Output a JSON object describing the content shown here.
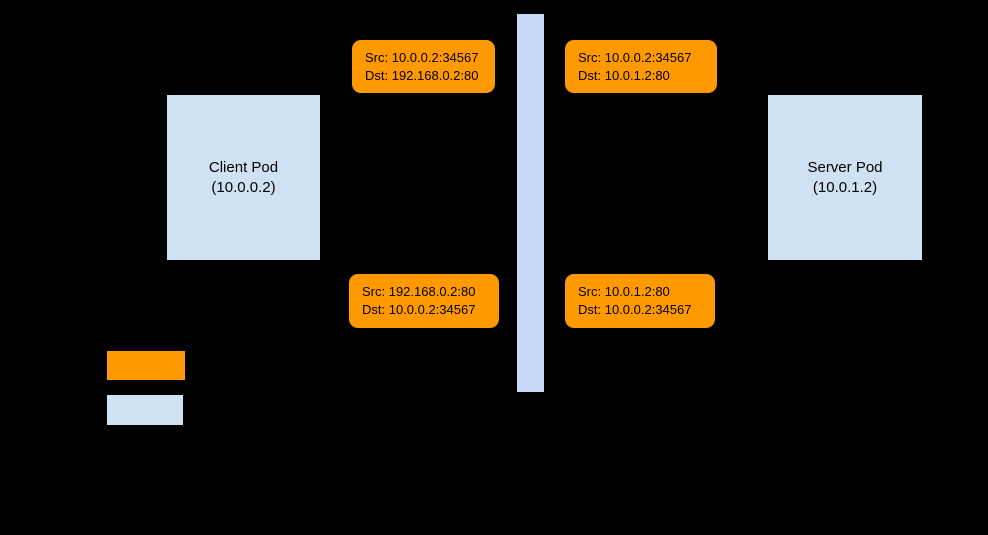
{
  "colors": {
    "bg": "#000000",
    "packet": "#ff9900",
    "pod": "#cfe2f3",
    "bar": "#c9daf8",
    "ink": "#000000"
  },
  "pods": {
    "client": {
      "name": "Client Pod",
      "ip": "(10.0.0.2)"
    },
    "server": {
      "name": "Server Pod",
      "ip": "(10.0.1.2)"
    }
  },
  "packets": {
    "top_left": {
      "src": "Src: 10.0.0.2:34567",
      "dst": "Dst: 192.168.0.2:80"
    },
    "top_right": {
      "src": "Src: 10.0.0.2:34567",
      "dst": "Dst: 10.0.1.2:80"
    },
    "bottom_left": {
      "src": "Src: 192.168.0.2:80",
      "dst": "Dst: 10.0.0.2:34567"
    },
    "bottom_right": {
      "src": "Src: 10.0.1.2:80",
      "dst": "Dst: 10.0.0.2:34567"
    }
  }
}
